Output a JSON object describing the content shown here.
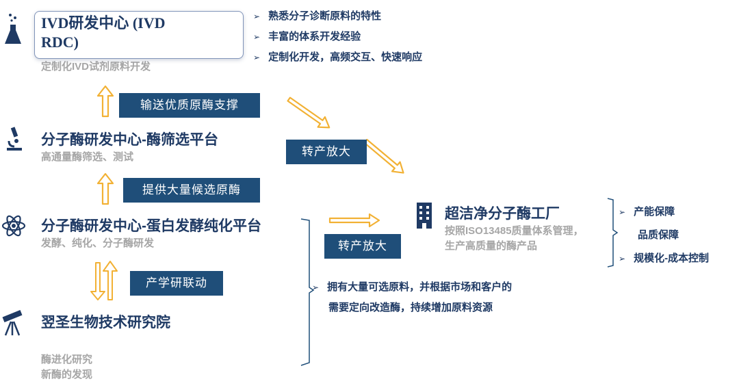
{
  "ivd": {
    "title": "IVD研发中心 (IVD RDC)",
    "subtitle": "定制化IVD试剂原料开发",
    "bullets": [
      "熟悉分子诊断原料的特性",
      "丰富的体系开发经验",
      "定制化开发，高频交互、快速响应"
    ]
  },
  "enzyme_screen": {
    "title": "分子酶研发中心-酶筛选平台",
    "subtitle": "高通量酶筛选、测试"
  },
  "protein": {
    "title": "分子酶研发中心-蛋白发酵纯化平台",
    "subtitle": "发酵、纯化、分子酶研发"
  },
  "institute": {
    "title": "翌圣生物技术研究院",
    "subtitle_lines": [
      "酶进化研究",
      "新酶的发现"
    ]
  },
  "factory": {
    "title": "超洁净分子酶工厂",
    "desc_lines": [
      "按照ISO13485质量体系管理，",
      "生产高质量的酶产品"
    ],
    "bullets": [
      "产能保障",
      "品质保障",
      "规模化-成本控制"
    ]
  },
  "boxes": {
    "supply_quality": "输送优质原酶支撑",
    "transfer_top": "转产放大",
    "provide_candidates": "提供大量候选原酶",
    "transfer_bottom": "转产放大",
    "industry_research": "产学研联动"
  },
  "bottom_note": {
    "lines": [
      "拥有大量可选原料，并根据市场和客户的",
      "需要定向改造酶，持续增加原料资源"
    ]
  },
  "colors": {
    "navy": "#1f4e79",
    "title": "#1f3a64",
    "gray": "#a6a6a6",
    "arrow": "#f2b134"
  },
  "icons": [
    "flask-icon",
    "microscope-icon",
    "atom-icon",
    "telescope-icon",
    "building-icon"
  ]
}
